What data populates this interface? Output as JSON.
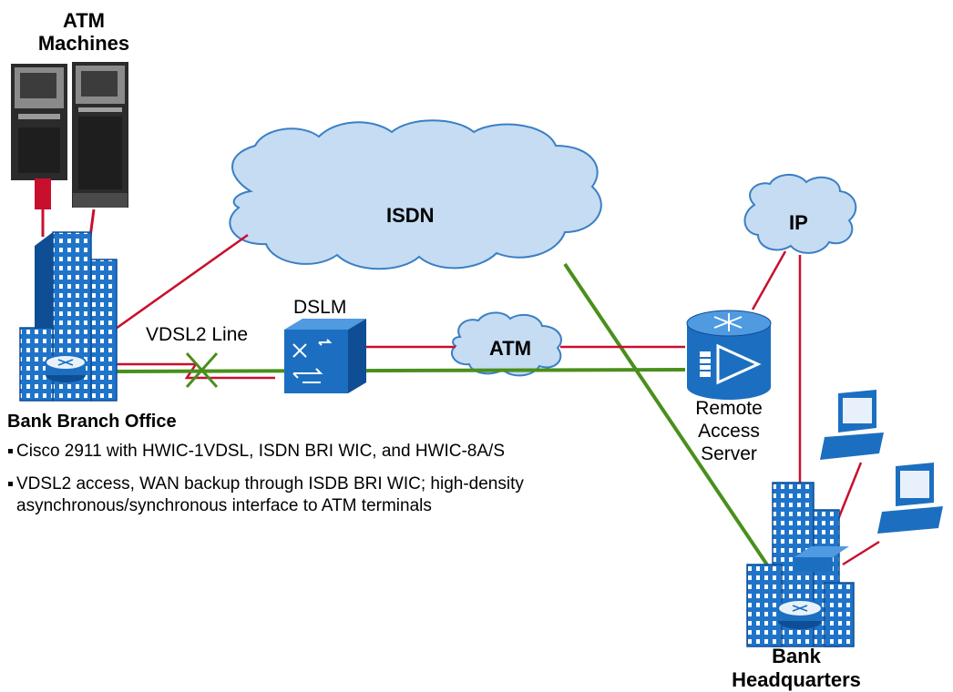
{
  "labels": {
    "atm_machines": [
      "ATM",
      "Machines"
    ],
    "isdn": "ISDN",
    "ip": "IP",
    "atm_cloud": "ATM",
    "dslm": "DSLM",
    "vdsl2_line": "VDSL2 Line",
    "remote_access_server": [
      "Remote",
      "Access",
      "Server"
    ],
    "bank_branch_office": "Bank Branch Office",
    "bank_headquarters": [
      "Bank",
      "Headquarters"
    ]
  },
  "bullets": [
    "Cisco 2911 with HWIC-1VDSL, ISDN BRI WIC, and HWIC-8A/S",
    "VDSL2 access, WAN backup through ISDB BRI WIC; high-density asynchronous/synchronous interface to ATM terminals"
  ],
  "colors": {
    "cisco_blue": "#1c6fc0",
    "building_blue": "#1f74c9",
    "cloud_fill": "#c5dcf2",
    "cloud_stroke": "#3a7fc4",
    "link_red": "#c8102e",
    "link_green": "#4a8f1c",
    "atm_gray": "#2b2b2b"
  },
  "icons": [
    "atm-machine-icon",
    "building-icon",
    "router-icon",
    "dslam-switch-icon",
    "remote-access-server-icon",
    "computer-icon",
    "cloud-icon",
    "break-x-icon"
  ]
}
